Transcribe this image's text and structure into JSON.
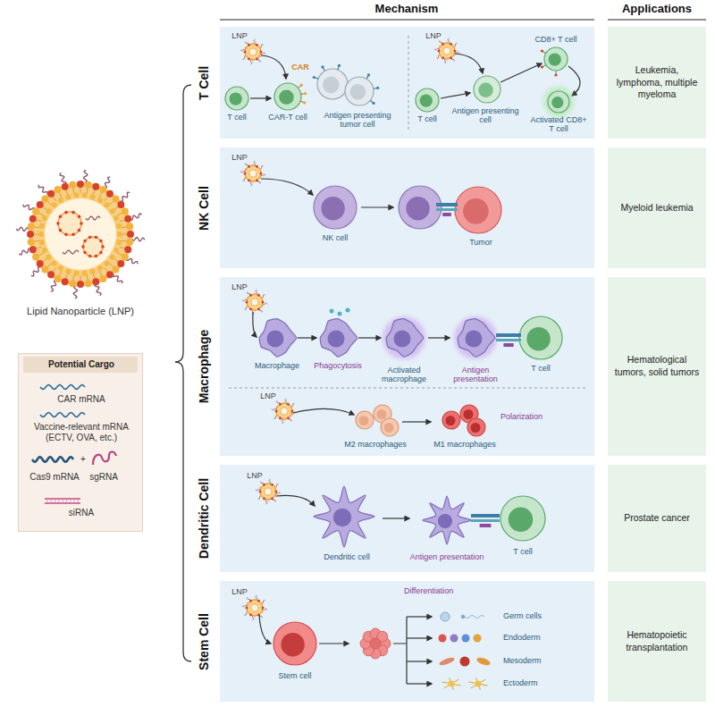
{
  "diagram": {
    "nodes": [
      {
        "text": [
          "Potential Cargo",
          "CAR mRNA",
          "Vaccine-relevant mRNA (ECTV, OVA, etc.)",
          "Cas9 mRNA",
          "+",
          "sgRNA",
          "siRNA"
        ]
      },
      {
        "text": [
          "T Cell"
        ]
      },
      {
        "text": [
          "Leukemia, lymphoma, multiple myeloma"
        ]
      },
      {
        "text": [
          "NK Cell"
        ]
      },
      {
        "text": [
          "Myeloid leukemia"
        ]
      },
      {
        "text": [
          "Macrophage"
        ]
      },
      {
        "text": [
          "Hematological tumors, solid tumors"
        ]
      },
      {
        "text": [
          "Dendritic Cell"
        ]
      },
      {
        "text": [
          "Prostate cancer"
        ]
      },
      {
        "text": [
          "Stem Cell"
        ]
      },
      {
        "text": [
          "Hematopoietic transplantation"
        ]
      }
    ],
    "labels": [
      "Mechanism",
      "Applications",
      "Lipid Nanoparticle (LNP)",
      "LNP",
      "CAR",
      "T cell",
      "CAR-T cell",
      "Antigen presenting tumor cell",
      "LNP",
      "T cell",
      "Antigen presenting cell",
      "CD8+ T cell",
      "Activated CD8+ T cell",
      "LNP",
      "NK cell",
      "Tumor",
      "LNP",
      "Macrophage",
      "Phagocytosis",
      "Activated macrophage",
      "Antigen presentation",
      "T cell",
      "LNP",
      "M2 macrophages",
      "M1 macrophages",
      "Polarization",
      "LNP",
      "Dendritic cell",
      "Antigen presentation",
      "T cell",
      "LNP",
      "Stem cell",
      "Differentiation",
      "Germ cells",
      "Endoderm",
      "Mesoderm",
      "Ectoderm"
    ]
  }
}
